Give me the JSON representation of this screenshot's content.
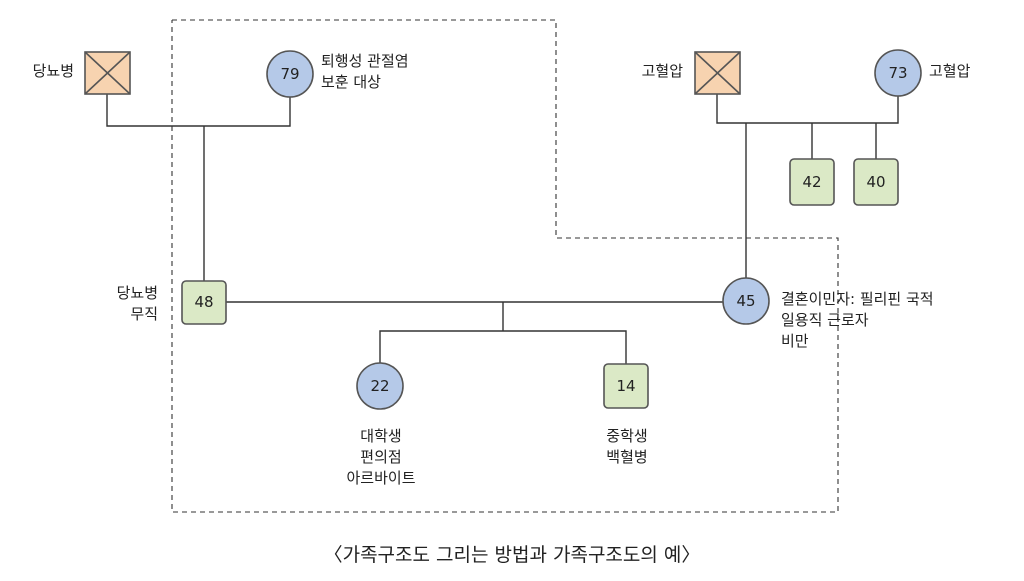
{
  "people": {
    "pgf": {
      "age": "",
      "note": [
        "당뇨병"
      ]
    },
    "pgm": {
      "age": "79",
      "note": [
        "퇴행성 관절염",
        "보훈 대상"
      ]
    },
    "mgf": {
      "age": "",
      "note": [
        "고혈압"
      ]
    },
    "mgm": {
      "age": "73",
      "note": [
        "고혈압"
      ]
    },
    "father": {
      "age": "48",
      "note": [
        "당뇨병",
        "무직"
      ]
    },
    "mother": {
      "age": "45",
      "note": [
        "결혼이민자: 필리핀 국적",
        "일용직 근로자",
        "비만"
      ]
    },
    "uncle1": {
      "age": "42"
    },
    "uncle2": {
      "age": "40"
    },
    "daughter": {
      "age": "22",
      "note": [
        "대학생",
        "편의점",
        "아르바이트"
      ]
    },
    "son": {
      "age": "14",
      "note": [
        "중학생",
        "백혈병"
      ]
    }
  },
  "caption": "〈가족구조도 그리는 방법과 가족구조도의 예〉"
}
